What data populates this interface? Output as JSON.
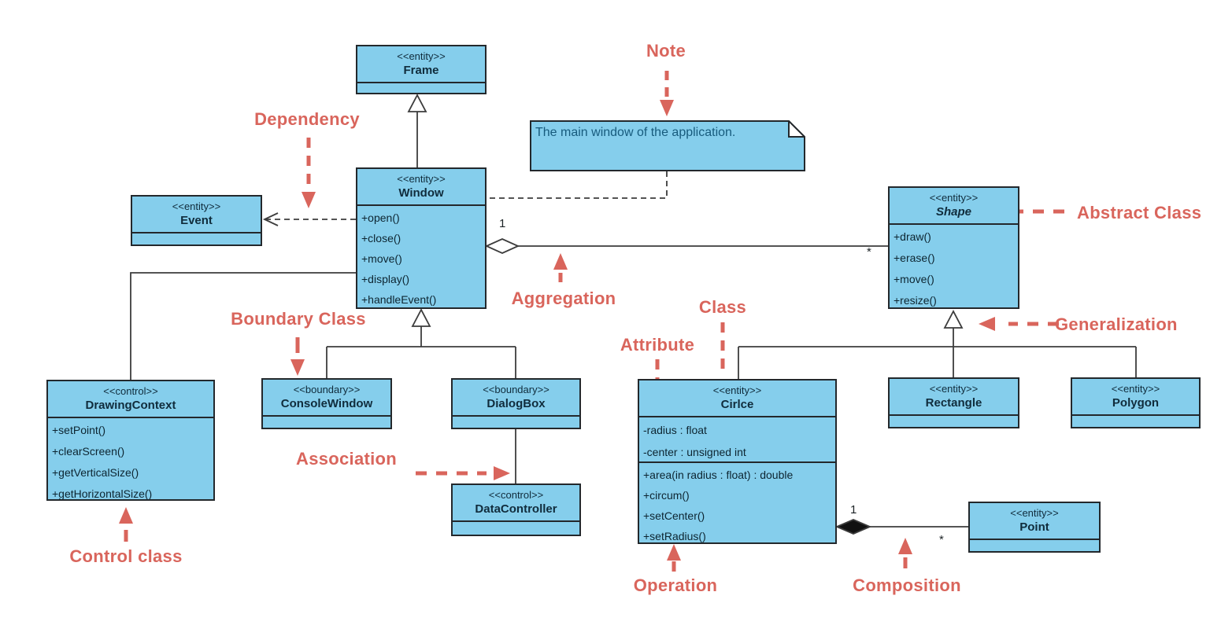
{
  "diagram": {
    "classes": {
      "frame": {
        "stereotype": "<<entity>>",
        "name": "Frame"
      },
      "event": {
        "stereotype": "<<entity>>",
        "name": "Event"
      },
      "window": {
        "stereotype": "<<entity>>",
        "name": "Window",
        "operations": [
          "+open()",
          "+close()",
          "+move()",
          "+display()",
          "+handleEvent()"
        ]
      },
      "shape": {
        "stereotype": "<<entity>>",
        "name": "Shape",
        "operations": [
          "+draw()",
          "+erase()",
          "+move()",
          "+resize()"
        ]
      },
      "drawing_context": {
        "stereotype": "<<control>>",
        "name": "DrawingContext",
        "operations": [
          "+setPoint()",
          "+clearScreen()",
          "+getVerticalSize()",
          "+getHorizontalSize()"
        ]
      },
      "console_window": {
        "stereotype": "<<boundary>>",
        "name": "ConsoleWindow"
      },
      "dialog_box": {
        "stereotype": "<<boundary>>",
        "name": "DialogBox"
      },
      "data_controller": {
        "stereotype": "<<control>>",
        "name": "DataController"
      },
      "circle": {
        "stereotype": "<<entity>>",
        "name": "Cirlce",
        "attributes": [
          "-radius : float",
          "-center : unsigned int"
        ],
        "operations": [
          "+area(in radius : float) : double",
          "+circum()",
          "+setCenter()",
          "+setRadius()"
        ]
      },
      "rectangle": {
        "stereotype": "<<entity>>",
        "name": "Rectangle"
      },
      "polygon": {
        "stereotype": "<<entity>>",
        "name": "Polygon"
      },
      "point": {
        "stereotype": "<<entity>>",
        "name": "Point"
      }
    },
    "note": {
      "text": "The main window of the application."
    },
    "annotations": {
      "note_label": "Note",
      "dependency_label": "Dependency",
      "abstract_class_label": "Abstract Class",
      "aggregation_label": "Aggregation",
      "boundary_class_label": "Boundary Class",
      "class_label": "Class",
      "attribute_label": "Attribute",
      "generalization_label": "Generalization",
      "association_label": "Association",
      "control_class_label": "Control class",
      "operation_label": "Operation",
      "composition_label": "Composition"
    },
    "multiplicities": {
      "aggregation_source": "1",
      "aggregation_target": "*",
      "composition_source": "1",
      "composition_target": "*"
    },
    "colors": {
      "class_fill": "#85ceec",
      "class_border": "#23282c",
      "annotation_red": "#d9655c",
      "connector": "#3c3c3c",
      "note_text": "#175b7d"
    }
  }
}
